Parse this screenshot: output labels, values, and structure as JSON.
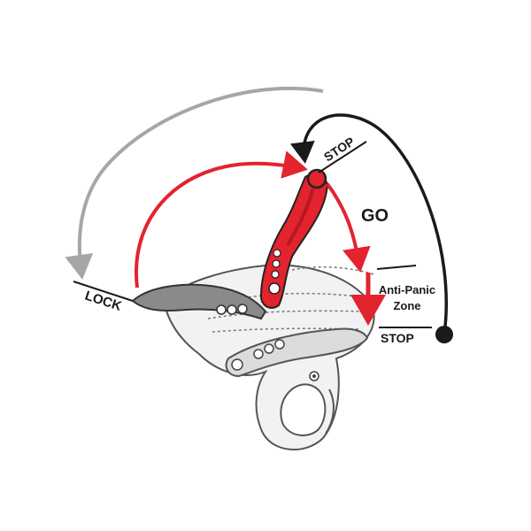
{
  "labels": {
    "lock": "LOCK",
    "stop_top": "STOP",
    "go": "GO",
    "anti_panic_line1": "Anti-Panic",
    "anti_panic_line2": "Zone",
    "stop_bottom": "STOP"
  },
  "colors": {
    "red": "#e3232e",
    "red_dark": "#b81820",
    "gray_arrow": "#a6a6a6",
    "black": "#1a1a1a",
    "body_fill": "#f2f2f2",
    "body_stroke": "#555555",
    "lever_gray": "#8a8a8a"
  },
  "icons": [
    "lock-arrow-icon",
    "go-arrow-icon",
    "stop-arrow-icon",
    "pivot-knob-icon",
    "stop-end-dot-icon"
  ]
}
